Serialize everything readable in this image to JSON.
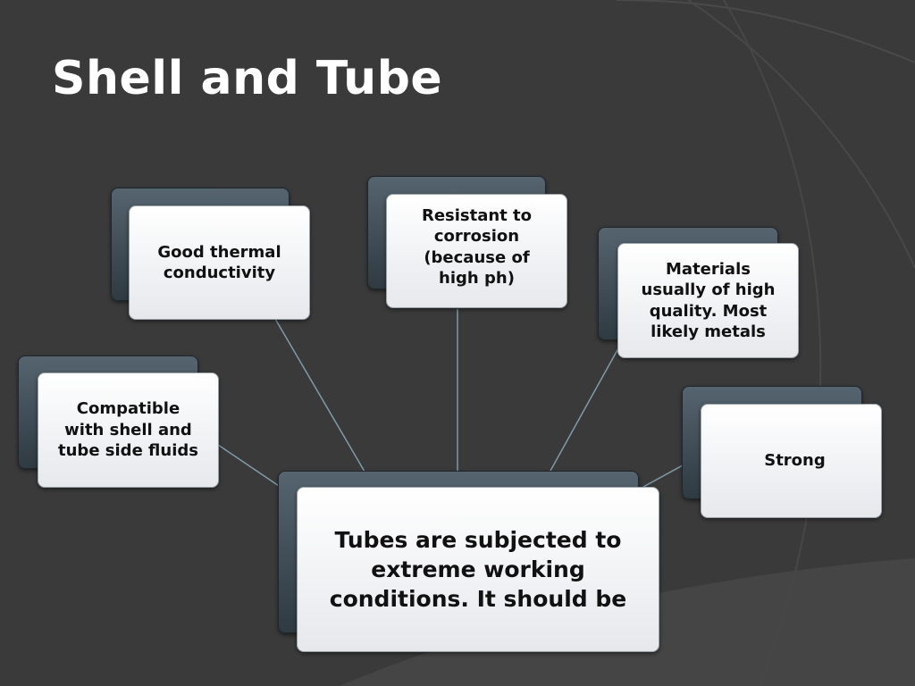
{
  "slide": {
    "title": "Shell and Tube",
    "background_color": "#3a3a3a",
    "line_color": "#7f9aa8"
  },
  "diagram": {
    "center": {
      "text": "Tubes are subjected to\nextreme working\nconditions. It should be"
    },
    "nodes": [
      {
        "id": "thermal",
        "text": "Good thermal\nconductivity"
      },
      {
        "id": "corrosion",
        "text": "Resistant to\ncorrosion\n(because of\nhigh ph)"
      },
      {
        "id": "materials",
        "text": "Materials\nusually of high\nquality. Most\nlikely metals"
      },
      {
        "id": "compatible",
        "text": "Compatible\nwith shell and\ntube side fluids"
      },
      {
        "id": "strong",
        "text": "Strong"
      }
    ]
  }
}
